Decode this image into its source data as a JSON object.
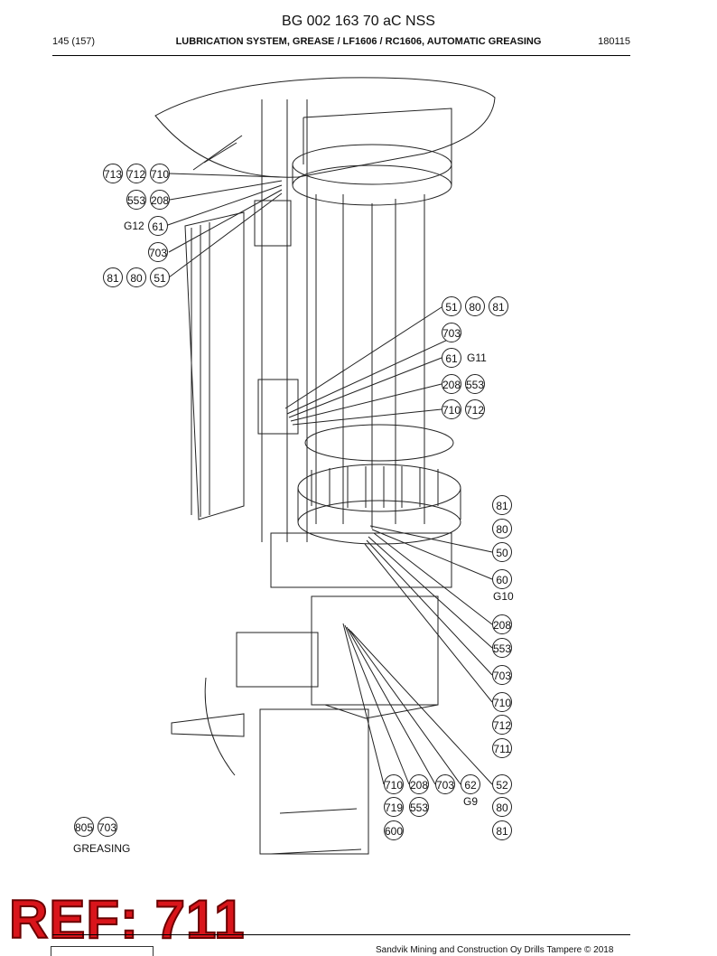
{
  "header": {
    "doc_title": "BG 002 163 70 aC NSS",
    "page_num": "145 (157)",
    "section": "LUBRICATION SYSTEM, GREASE / LF1606 / RC1606, AUTOMATIC GREASING",
    "date": "180115"
  },
  "callouts": [
    "713",
    "712",
    "710",
    "553",
    "208",
    "61",
    "703",
    "81",
    "80",
    "51",
    "51",
    "80",
    "81",
    "703",
    "61",
    "208",
    "553",
    "710",
    "712",
    "81",
    "80",
    "50",
    "60",
    "208",
    "553",
    "703",
    "710",
    "712",
    "711",
    "710",
    "208",
    "703",
    "62",
    "52",
    "719",
    "553",
    "80",
    "600",
    "81",
    "805",
    "703"
  ],
  "groups": [
    "G12",
    "G11",
    "G10",
    "G9",
    "GREASING"
  ],
  "stamp": "REF: 711",
  "footer": "Sandvik Mining and Construction Oy Drills Tampere © 2018"
}
